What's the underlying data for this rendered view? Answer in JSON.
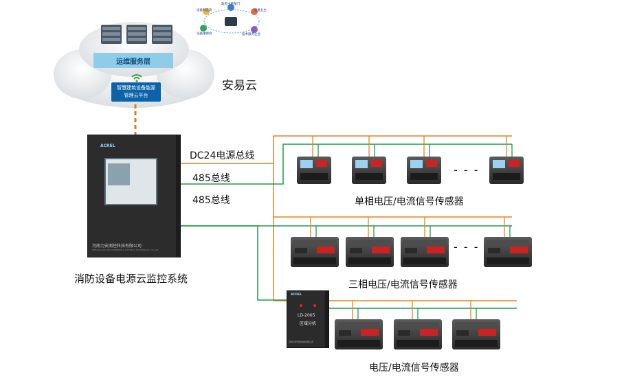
{
  "cloud": {
    "service_layer": "运维服务层",
    "platform_line1": "智慧建筑设备能源",
    "platform_line2": "管理云平台",
    "title": "安易云",
    "roles": [
      "设备制造商",
      "政府主管部门",
      "设备业主",
      "设备维保商",
      "技术服务企业"
    ]
  },
  "controller": {
    "logo": "ACREL",
    "company": "河南力安测控科技有限公司",
    "company_en": "HENAN LI'AN MEASUREMENT & CONTROL TECHNOLOGY CO.,LTD",
    "system_title": "消防设备电源云监控系统"
  },
  "buses": {
    "dc24": "DC24电源总线",
    "rs485_a": "485总线",
    "rs485_b": "485总线"
  },
  "groups": {
    "single_phase": "单相电压/电流信号传感器",
    "three_phase": "三相电压/电流信号传感器",
    "vc": "电压/电流信号传感器",
    "ellipsis": "- - -"
  },
  "region": {
    "logo": "ACREL",
    "model": "LD-2005",
    "name": "区域分机",
    "company": "河南力安测控科技有限公司"
  },
  "colors": {
    "power_bus": "#e8821e",
    "signal_bus": "#1f9a4a",
    "cloud_link": "#d97b22",
    "platform_blue": "#0c63a8",
    "service_blue": "#8fcce9"
  }
}
